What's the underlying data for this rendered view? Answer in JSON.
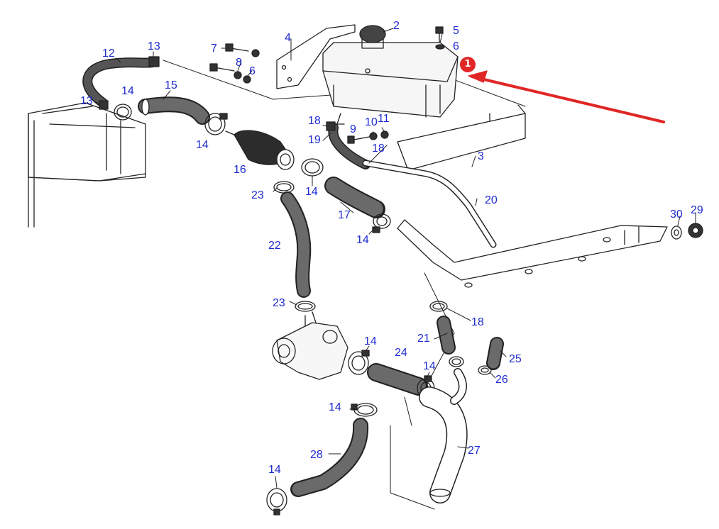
{
  "colors": {
    "label": "#1f2bd0",
    "line": "#222222",
    "hose_fill": "#3a3a3a",
    "callout": "#e02626",
    "callout_text": "#ffffff"
  },
  "callout": {
    "number": "1"
  },
  "parts": [
    {
      "id": "p12",
      "label": "12"
    },
    {
      "id": "p13a",
      "label": "13"
    },
    {
      "id": "p13b",
      "label": "13"
    },
    {
      "id": "p14a",
      "label": "14"
    },
    {
      "id": "p15",
      "label": "15"
    },
    {
      "id": "p14b",
      "label": "14"
    },
    {
      "id": "p7",
      "label": "7"
    },
    {
      "id": "p8",
      "label": "8"
    },
    {
      "id": "p6a",
      "label": "6"
    },
    {
      "id": "p4",
      "label": "4"
    },
    {
      "id": "p2",
      "label": "2"
    },
    {
      "id": "p5",
      "label": "5"
    },
    {
      "id": "p6b",
      "label": "6"
    },
    {
      "id": "p18a",
      "label": "18"
    },
    {
      "id": "p19",
      "label": "19"
    },
    {
      "id": "p9",
      "label": "9"
    },
    {
      "id": "p10",
      "label": "10"
    },
    {
      "id": "p11",
      "label": "11"
    },
    {
      "id": "p18b",
      "label": "18"
    },
    {
      "id": "p3",
      "label": "3"
    },
    {
      "id": "p16",
      "label": "16"
    },
    {
      "id": "p23a",
      "label": "23"
    },
    {
      "id": "p14c",
      "label": "14"
    },
    {
      "id": "p20",
      "label": "20"
    },
    {
      "id": "p17",
      "label": "17"
    },
    {
      "id": "p14d",
      "label": "14"
    },
    {
      "id": "p30",
      "label": "30"
    },
    {
      "id": "p29",
      "label": "29"
    },
    {
      "id": "p22",
      "label": "22"
    },
    {
      "id": "p23b",
      "label": "23"
    },
    {
      "id": "p18c",
      "label": "18"
    },
    {
      "id": "p21",
      "label": "21"
    },
    {
      "id": "p14e",
      "label": "14"
    },
    {
      "id": "p24",
      "label": "24"
    },
    {
      "id": "p25",
      "label": "25"
    },
    {
      "id": "p14f",
      "label": "14"
    },
    {
      "id": "p26",
      "label": "26"
    },
    {
      "id": "p14g",
      "label": "14"
    },
    {
      "id": "p28",
      "label": "28"
    },
    {
      "id": "p27",
      "label": "27"
    },
    {
      "id": "p14h",
      "label": "14"
    }
  ]
}
